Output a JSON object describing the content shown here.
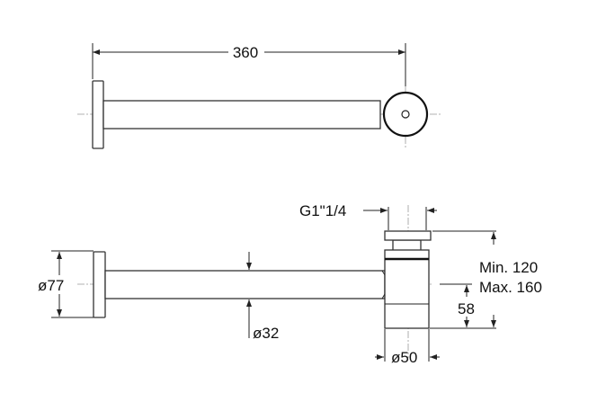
{
  "top_view": {
    "length_label": "360"
  },
  "front_view": {
    "wall_plate_diameter_label": "ø77",
    "pipe_diameter_label": "ø32",
    "thread_label": "G1\"1/4",
    "height_range_min_label": "Min. 120",
    "height_range_max_label": "Max. 160",
    "centerline_height_label": "58",
    "trap_diameter_label": "ø50"
  }
}
